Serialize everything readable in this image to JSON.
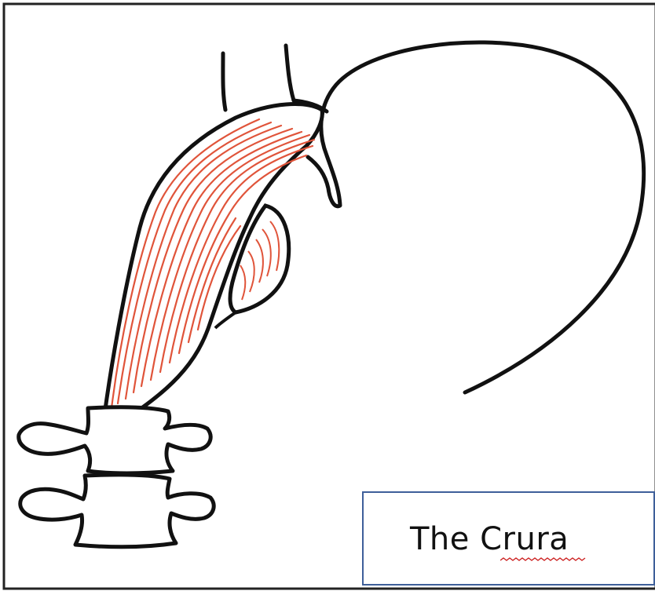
{
  "caption": {
    "text": "The Crura"
  },
  "colors": {
    "outline": "#111111",
    "muscle_fibers": "#e0543a",
    "label_border": "#3e5f9a",
    "spellcheck_underline": "#cc2222"
  },
  "icons": [
    "crus-muscle",
    "stomach-outline",
    "esophagus-outline",
    "vertebra"
  ]
}
